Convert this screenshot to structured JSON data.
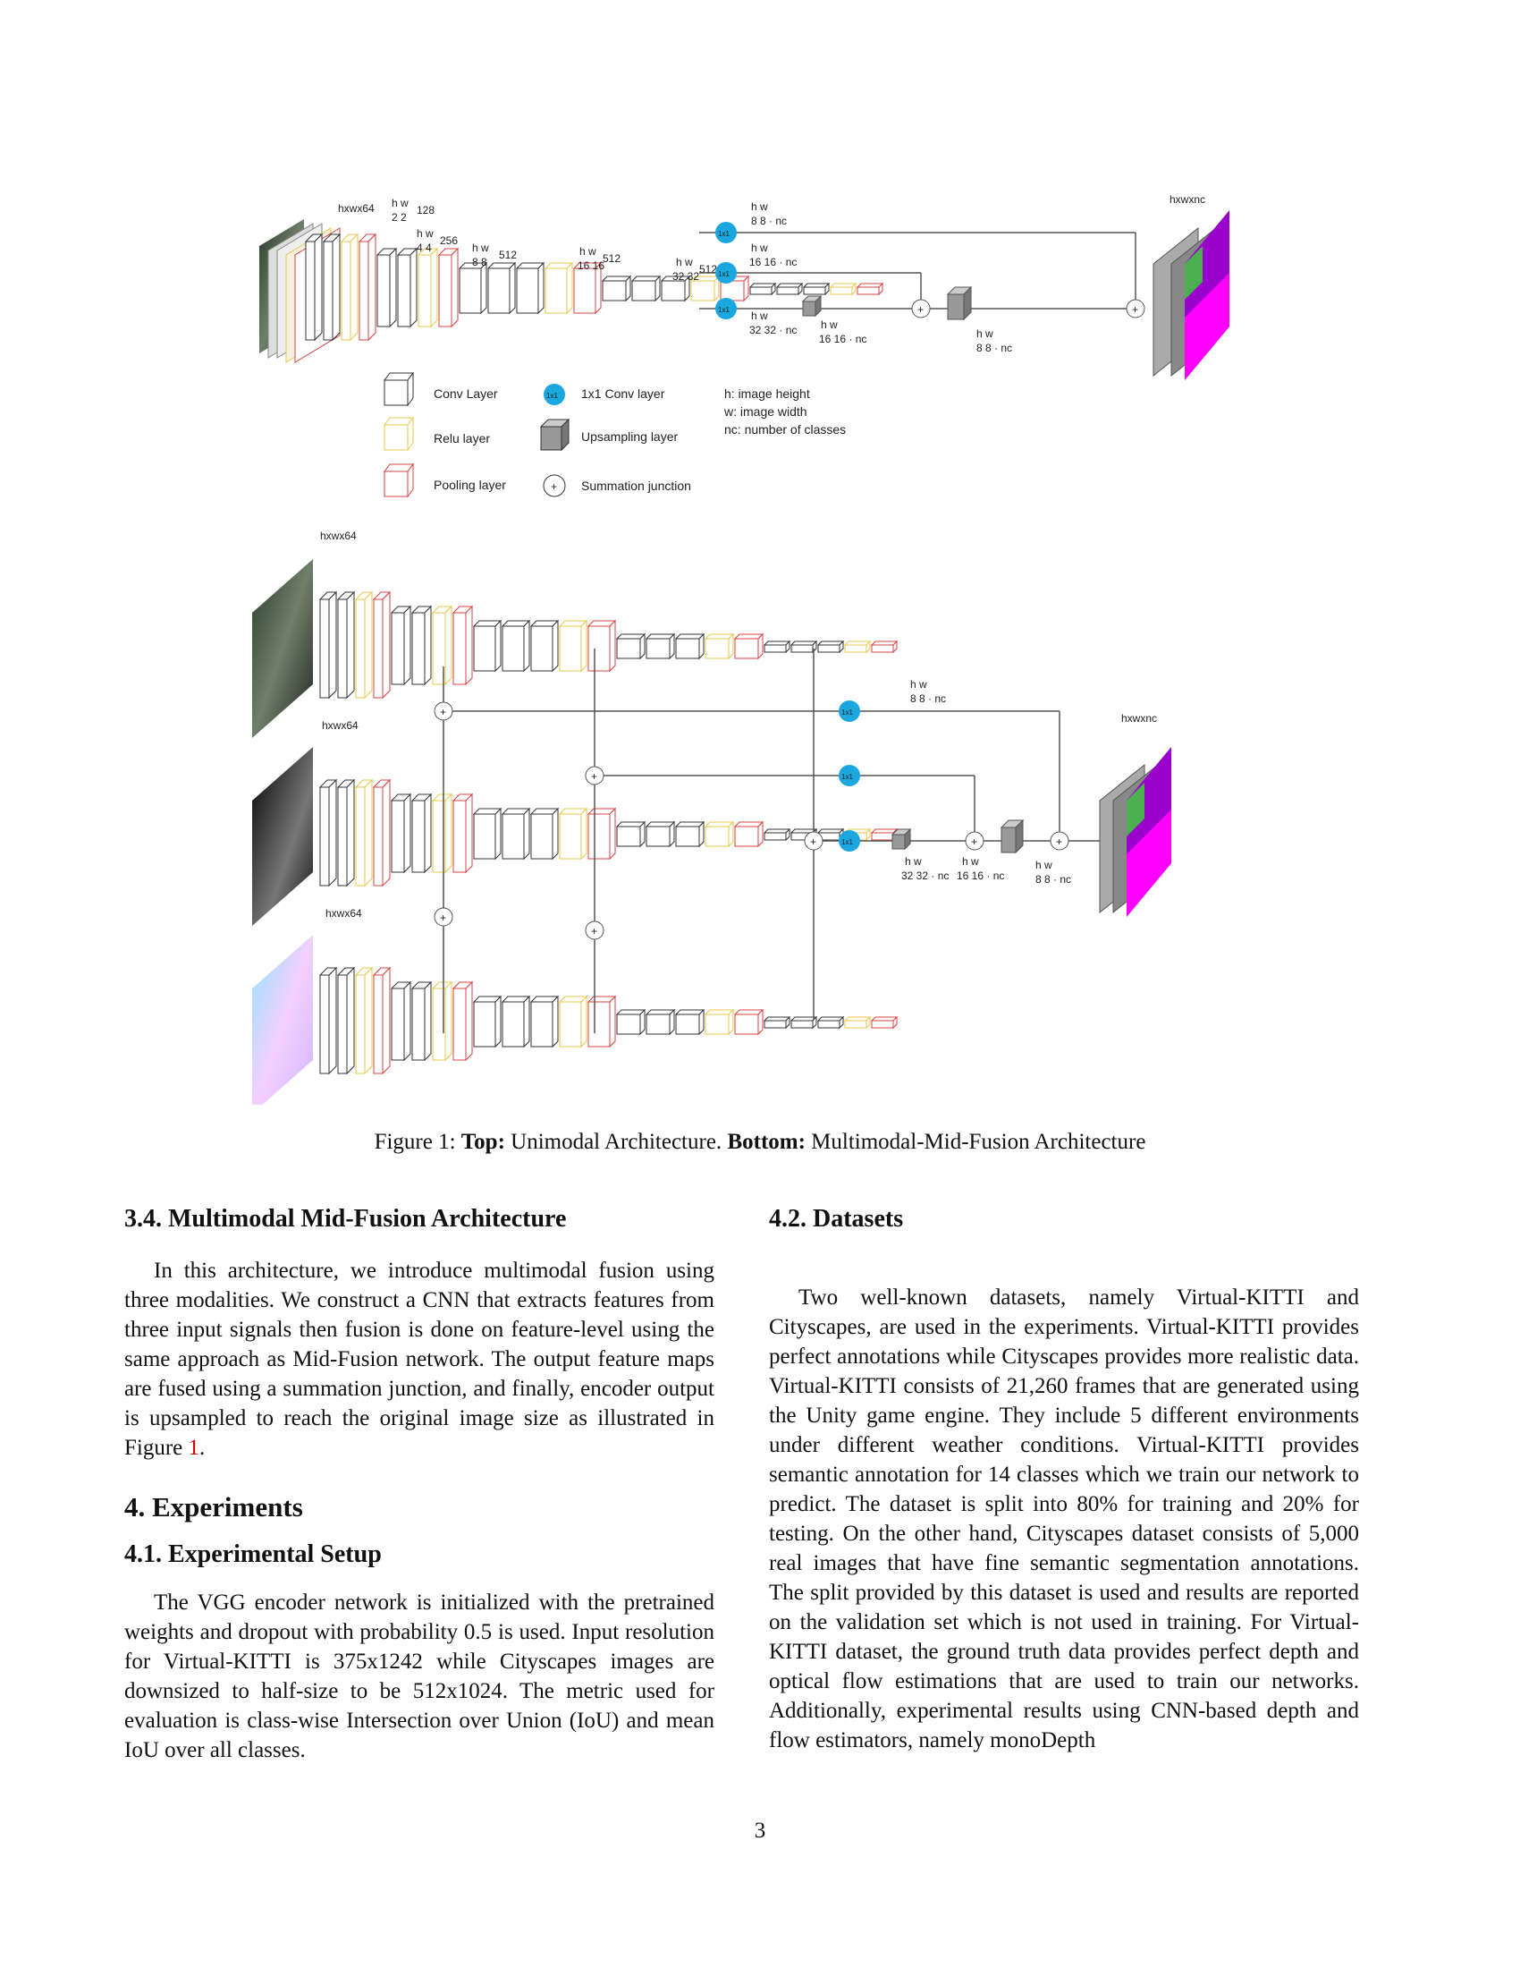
{
  "figure": {
    "top_labels": {
      "hxwx64": "hxwx64",
      "hxwxnc": "hxwxnc",
      "h": "h",
      "w": "w",
      "dot": "·",
      "n2": "2",
      "n4": "4",
      "n8": "8",
      "n16": "16",
      "n32": "32",
      "c128": "128",
      "c256": "256",
      "c512": "512",
      "nc": "nc",
      "one_x_one": "1x1",
      "plus": "+"
    },
    "legend": {
      "conv": "Conv Layer",
      "relu": "Relu layer",
      "pool": "Pooling layer",
      "conv1x1": "1x1 Conv layer",
      "upsample": "Upsampling layer",
      "sum": "Summation junction",
      "h_def": "h: image height",
      "w_def": "w: image width",
      "nc_def": "nc: number of classes"
    }
  },
  "caption": {
    "prefix": "Figure 1: ",
    "top_bold": "Top:",
    "top_text": " Unimodal Architecture. ",
    "bottom_bold": "Bottom:",
    "bottom_text": " Multimodal-Mid-Fusion Architecture"
  },
  "left_column": {
    "section_34": "3.4. Multimodal Mid-Fusion Architecture",
    "para_34": "In this architecture, we introduce multimodal fusion using three modalities. We construct a CNN that extracts features from three input signals then fusion is done on feature-level using the same approach as Mid-Fusion network. The output feature maps are fused using a summation junction, and finally, encoder output is upsampled to reach the original image size as illustrated in Figure ",
    "para_34_ref": "1",
    "para_34_end": ".",
    "section_4": "4. Experiments",
    "section_41": "4.1. Experimental Setup",
    "para_41": "The VGG encoder network is initialized with the pretrained weights and dropout with probability 0.5 is used. Input resolution for Virtual-KITTI is 375x1242 while Cityscapes images are downsized to half-size to be 512x1024. The metric used for evaluation is class-wise Intersection over Union (IoU) and mean IoU over all classes."
  },
  "right_column": {
    "section_42": "4.2. Datasets",
    "para_42": "Two well-known datasets, namely Virtual-KITTI and Cityscapes, are used in the experiments. Virtual-KITTI provides perfect annotations while Cityscapes provides more realistic data. Virtual-KITTI consists of 21,260 frames that are generated using the Unity game engine. They include 5 different environments under different weather conditions. Virtual-KITTI provides semantic annotation for 14 classes which we train our network to predict. The dataset is split into 80% for training and 20% for testing. On the other hand, Cityscapes dataset consists of 5,000 real images that have fine semantic segmentation annotations. The split provided by this dataset is used and results are reported on the validation set which is not used in training. For Virtual-KITTI dataset, the ground truth data provides perfect depth and optical flow estimations that are used to train our networks. Additionally, experimental results using CNN-based depth and flow estimators, namely monoDepth"
  },
  "page_number": "3",
  "colors": {
    "conv": "#888888",
    "relu": "#e8c84a",
    "pool": "#d94040",
    "conv1x1": "#1aa7e0",
    "upsample": "#9a9a9a",
    "line": "#555555",
    "seg_magenta": "#ff00ff",
    "seg_purple": "#9900cc",
    "seg_green": "#4caf50"
  }
}
